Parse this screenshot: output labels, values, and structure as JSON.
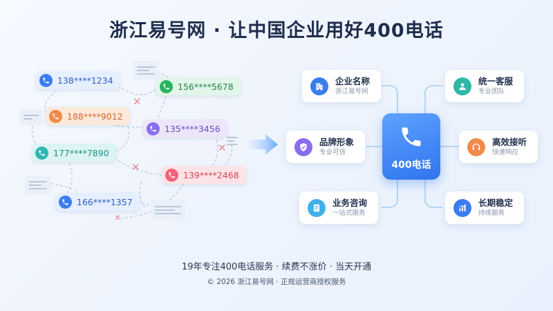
{
  "title": "浙江易号网 · 让中国企业用好400电话",
  "numbers": [
    {
      "text": "138****1234",
      "color": "blue"
    },
    {
      "text": "156****5678",
      "color": "green"
    },
    {
      "text": "188****9012",
      "color": "orange"
    },
    {
      "text": "135****3456",
      "color": "purple"
    },
    {
      "text": "177****7890",
      "color": "cyan"
    },
    {
      "text": "139****2468",
      "color": "pink"
    },
    {
      "text": "166****1357",
      "color": "blue"
    }
  ],
  "center": {
    "label": "400电话",
    "icon": "phone-icon"
  },
  "features": [
    {
      "title": "企业名称",
      "sub": "浙江易号网",
      "icon": "building-icon",
      "color": "#3b7cf0"
    },
    {
      "title": "统一客服",
      "sub": "专业团队",
      "icon": "user-icon",
      "color": "#2fb8a6"
    },
    {
      "title": "品牌形象",
      "sub": "专业可信",
      "icon": "shield-check-icon",
      "color": "#8a6cf0"
    },
    {
      "title": "高效接听",
      "sub": "快速响应",
      "icon": "headset-icon",
      "color": "#f08a4b"
    },
    {
      "title": "业务咨询",
      "sub": "一站式服务",
      "icon": "document-icon",
      "color": "#3fb0e8"
    },
    {
      "title": "长期稳定",
      "sub": "持续服务",
      "icon": "bar-chart-icon",
      "color": "#3b7cf0"
    }
  ],
  "tagline": "19年专注400电话服务 · 续费不涨价 · 当天开通",
  "footer": "© 2026 浙江易号网 · 正规运营商授权服务"
}
